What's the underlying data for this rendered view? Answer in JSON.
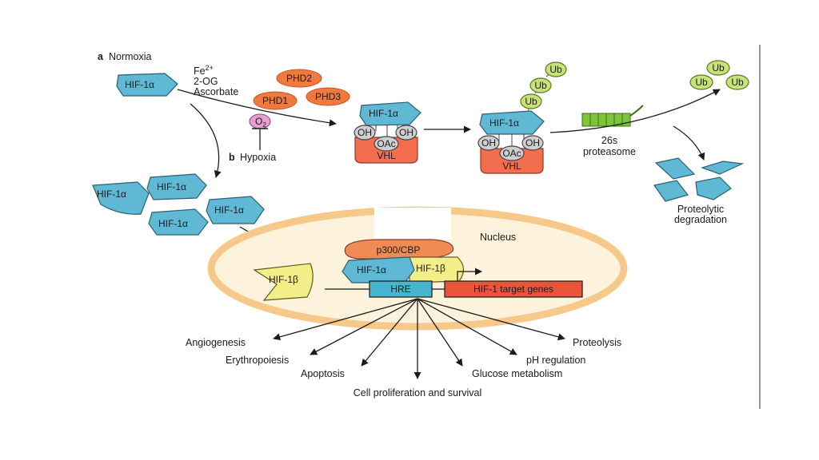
{
  "panel_a": {
    "letter": "a",
    "title": "Normoxia"
  },
  "panel_b": {
    "letter": "b",
    "title": "Hypoxia"
  },
  "cofactors": {
    "line1": "Fe",
    "line1_sup": "2+",
    "line2": "2-OG",
    "line3": "Ascorbate"
  },
  "phd": {
    "phd1": "PHD1",
    "phd2": "PHD2",
    "phd3": "PHD3"
  },
  "oxygen": {
    "label": "O",
    "sub": "2"
  },
  "hif1a": "HIF-1α",
  "hif1b": "HIF-1β",
  "vhl_complex": {
    "oh": "OH",
    "oac": "OAc",
    "vhl": "VHL"
  },
  "ub": "Ub",
  "proteasome": {
    "line1": "26s",
    "line2": "proteasome"
  },
  "degradation": {
    "line1": "Proteolytic",
    "line2": "degradation"
  },
  "nucleus": "Nucleus",
  "p300": "p300/CBP",
  "hre": "HRE",
  "target_genes": "HIF-1 target genes",
  "outcomes": {
    "angiogenesis": "Angiogenesis",
    "erythropoiesis": "Erythropoiesis",
    "apoptosis": "Apoptosis",
    "cell_proliferation": "Cell proliferation and survival",
    "glucose": "Glucose metabolism",
    "ph": "pH regulation",
    "proteolysis": "Proteolysis"
  },
  "colors": {
    "hif1a": "#5fb8d4",
    "hif1b": "#f4ee8a",
    "phd": "#f07a3e",
    "ub": "#c7e27a",
    "vhl": "#f26e4f",
    "proteasome": "#7cc43a",
    "nucleus_fill": "#fdf3dc",
    "nucleus_ring": "#f6c98a",
    "p300": "#f08b55",
    "hre": "#48b5cf",
    "target_genes": "#e8553a"
  }
}
